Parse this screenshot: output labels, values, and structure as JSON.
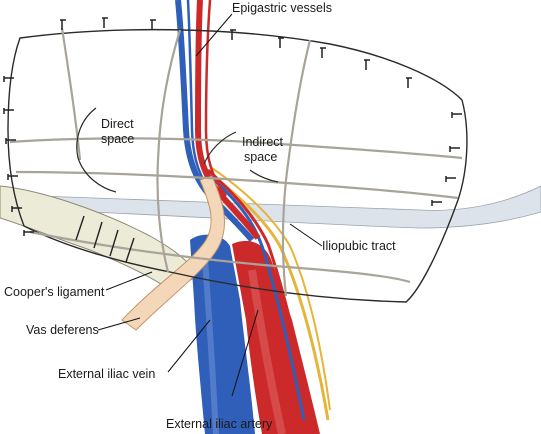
{
  "labels": {
    "epigastric": "Epigastric vessels",
    "direct_1": "Direct",
    "direct_2": "space",
    "indirect_1": "Indirect",
    "indirect_2": "space",
    "iliopubic": "Iliopubic tract",
    "cooper": "Cooper's ligament",
    "vas": "Vas deferens",
    "vein": "External iliac vein",
    "artery": "External iliac artery"
  },
  "colors": {
    "mesh_fill": "#ffffff",
    "mesh_stroke": "#2a2a2a",
    "mesh_fiber": "#a8a49a",
    "tract_fill": "#dde3ea",
    "cooper_fill": "#ecebd8",
    "vas_fill": "#f4d7b8",
    "vein": "#2f5fb8",
    "artery": "#cc2a2a",
    "nerve": "#e7b43a",
    "lead": "#111111"
  }
}
